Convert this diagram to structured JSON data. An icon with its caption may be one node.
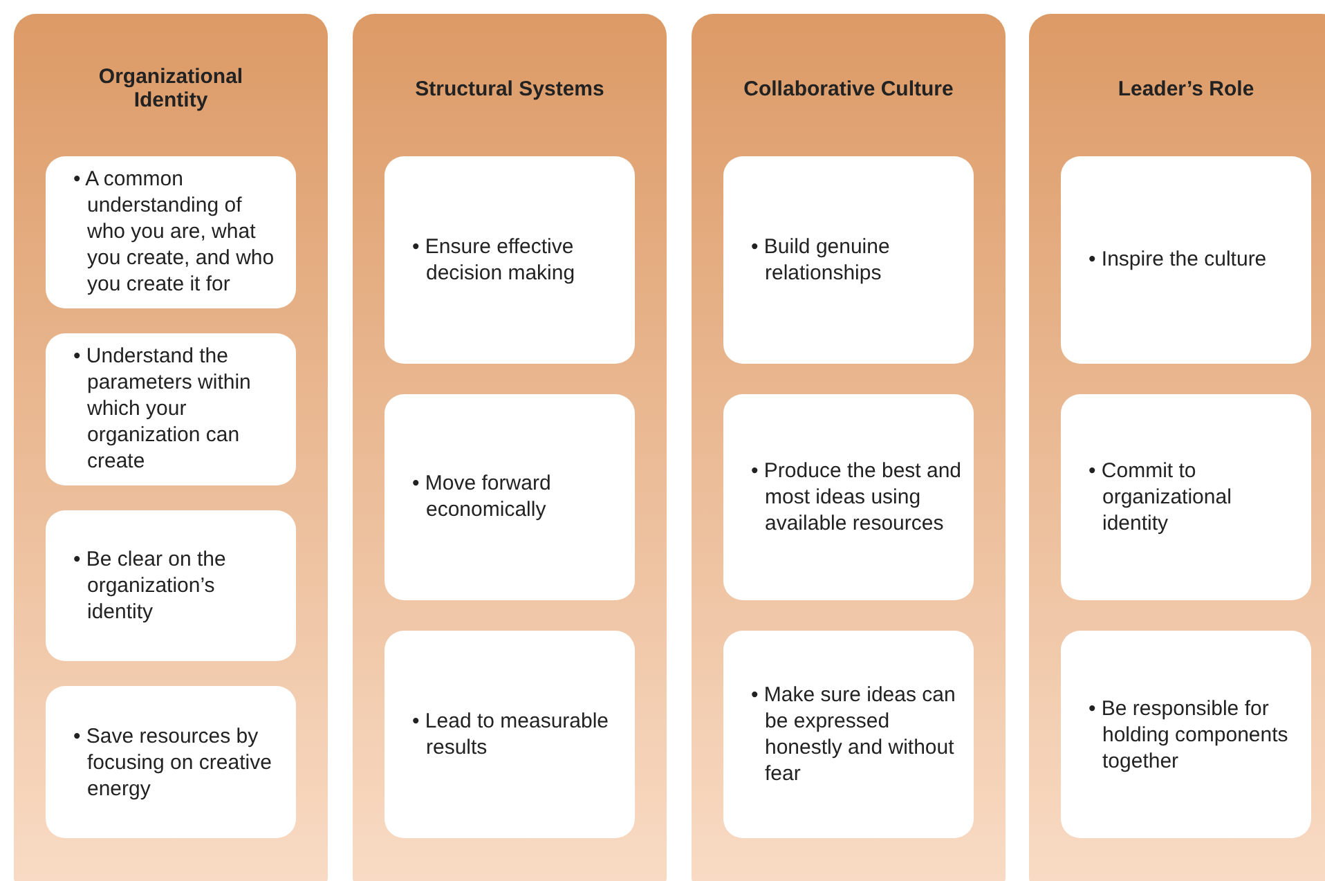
{
  "diagram": {
    "nodes": [
      {
        "text": [
          "Organizational Identity"
        ]
      },
      {
        "text": [
          "• A common understanding of who you are, what you create, and who you create it for"
        ],
        "in": 0
      },
      {
        "text": [
          "• Understand the parameters within which your organization can create"
        ],
        "in": 0
      },
      {
        "text": [
          "• Be clear on the organization’s identity"
        ],
        "in": 0
      },
      {
        "text": [
          "• Save resources by focusing on creative energy"
        ],
        "in": 0
      },
      {
        "text": [
          "Structural Systems"
        ]
      },
      {
        "text": [
          "• Ensure effective decision making"
        ],
        "in": 5
      },
      {
        "text": [
          "• Move forward economically"
        ],
        "in": 5
      },
      {
        "text": [
          "• Lead to measurable results"
        ],
        "in": 5
      },
      {
        "text": [
          "Collaborative Culture"
        ]
      },
      {
        "text": [
          "• Build genuine relationships"
        ],
        "in": 9
      },
      {
        "text": [
          "• Produce the best and most ideas using available resources"
        ],
        "in": 9
      },
      {
        "text": [
          "• Make sure ideas can be expressed honestly and without fear"
        ],
        "in": 9
      },
      {
        "text": [
          "Leader’s Role"
        ]
      },
      {
        "text": [
          "• Inspire the culture"
        ],
        "in": 13
      },
      {
        "text": [
          "• Commit to organizational identity"
        ],
        "in": 13
      },
      {
        "text": [
          "• Be responsible for holding components together"
        ],
        "in": 13
      }
    ]
  }
}
